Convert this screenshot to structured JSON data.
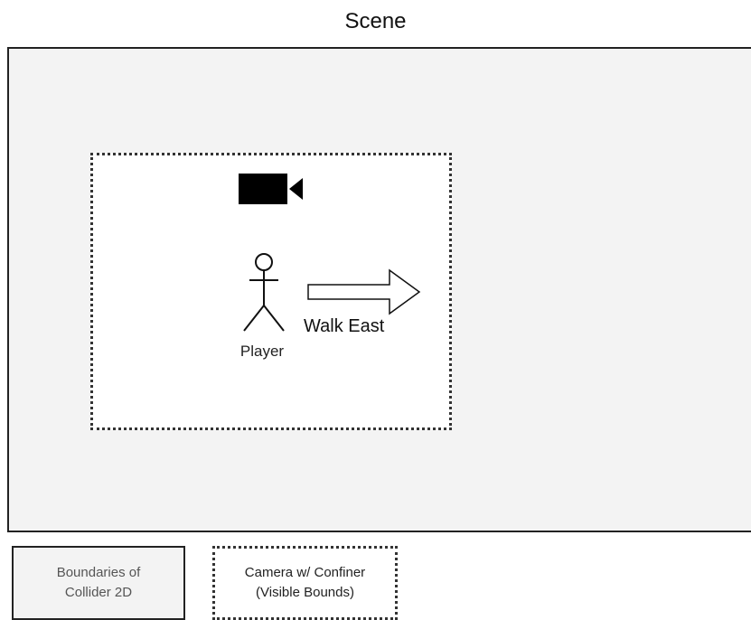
{
  "diagram": {
    "title": "Scene",
    "player_label": "Player",
    "action_label": "Walk East",
    "camera_icon": "video-camera-icon",
    "player_icon": "stick-figure-icon",
    "arrow_icon": "right-arrow-icon"
  },
  "legend": {
    "collider_label": "Boundaries of\nCollider 2D",
    "camera_label": "Camera w/ Confiner\n(Visible Bounds)"
  },
  "colors": {
    "scene_fill": "#f3f3f3",
    "confiner_fill": "#ffffff",
    "stroke": "#222222"
  }
}
